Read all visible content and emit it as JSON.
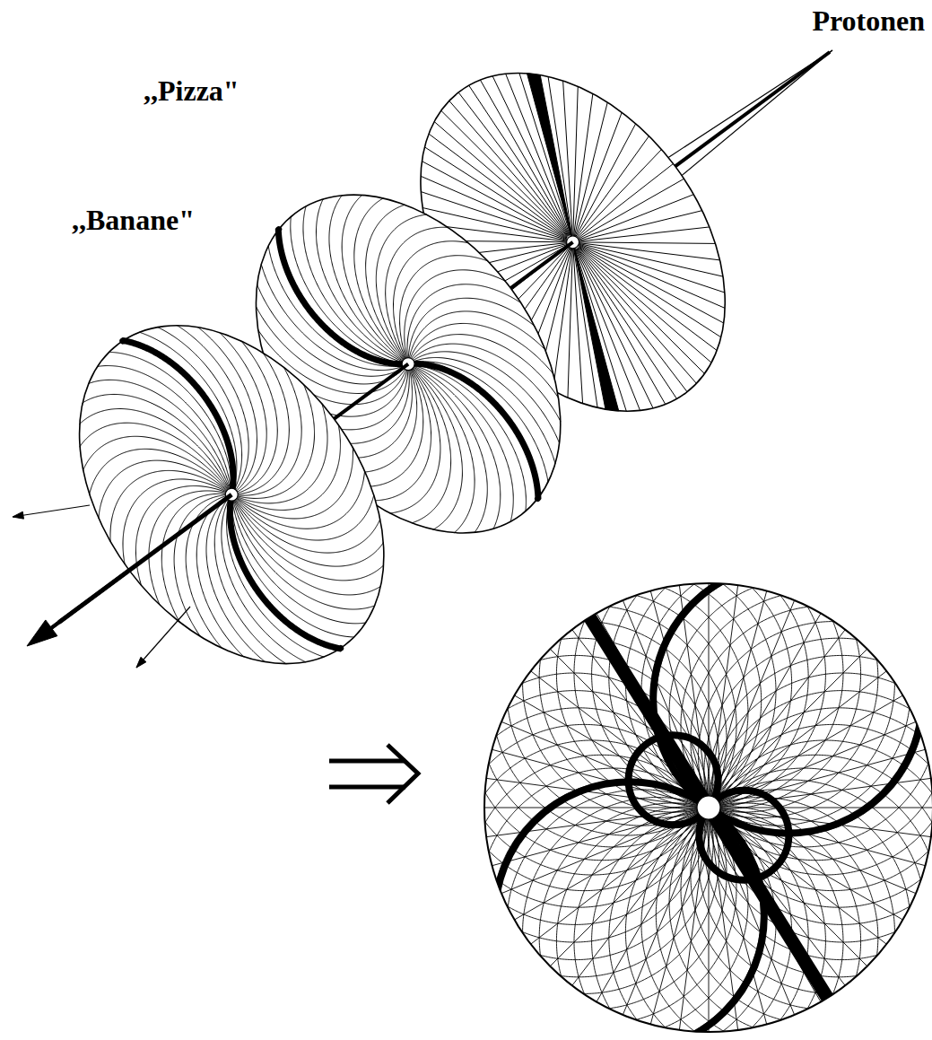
{
  "diagram": {
    "labels": [
      "Protonen",
      ",,Pizza\"",
      ",,Banane\""
    ]
  }
}
